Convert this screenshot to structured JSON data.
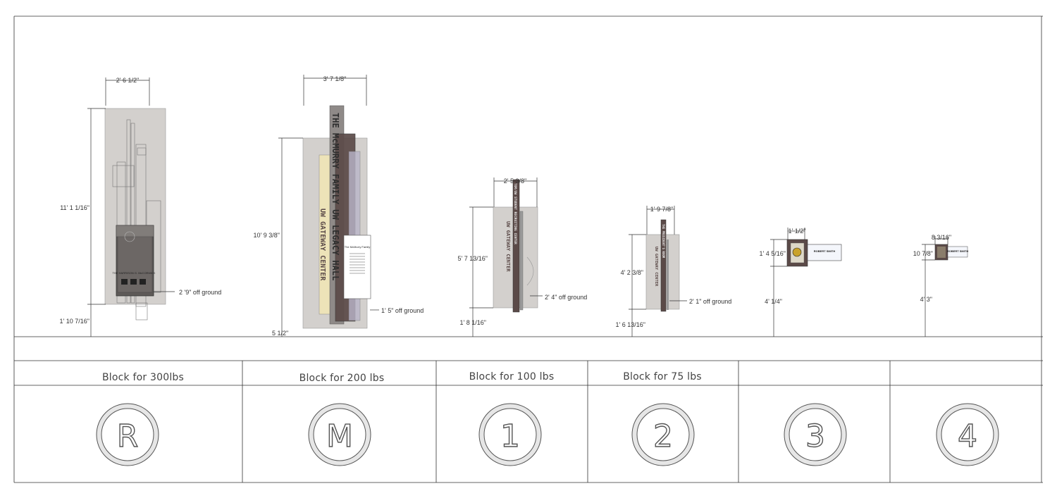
{
  "signs": [
    {
      "id": "R",
      "width_dim": "2' 6 1/2\"",
      "height_dim": "11' 1 1/16\"",
      "base_dim": "1' 10 7/16\"",
      "ground_note": "2 '9\" off ground",
      "plaque_title": "THE HARRISON G. McCORMICK",
      "block_label": "Block for 300lbs",
      "badge": "R"
    },
    {
      "id": "M",
      "width_dim": "3' 7 1/8\"",
      "height_dim": "10' 9 3/8\"",
      "base_dim": "5 1/2\"",
      "ground_note": "1' 5\" off ground",
      "vertical_text_1": "THE McMURRY FAMILY UW LEGACY HALL",
      "vertical_text_2": "UW GATEWAY CENTER",
      "plaque_title": "The McMurry Family",
      "block_label": "Block for 200 lbs",
      "badge": "M"
    },
    {
      "id": "1",
      "width_dim": "2' 5 3/8\"",
      "height_dim": "5' 7 13/16\"",
      "base_dim": "1' 8 1/16\"",
      "ground_note": "2' 4\" off ground",
      "vertical_text_1": "TOM/UW STUDENT RECRUITING CENTER",
      "vertical_text_2": "UW GATEWAY CENTER",
      "block_label": "Block for 100 lbs",
      "badge": "1"
    },
    {
      "id": "2",
      "width_dim": "1' 9 7/8\"",
      "height_dim": "4' 2 3/8\"",
      "base_dim": "1' 6 13/16\"",
      "ground_note": "2' 1\" off ground",
      "vertical_text_1": "THE PRESIDENT'S ROOM",
      "vertical_text_2": "UW GATEWAY CENTER",
      "block_label": "Block for 75 lbs",
      "badge": "2"
    },
    {
      "id": "3",
      "width_dim": "1' 1/2\"",
      "height_dim": "1' 4 5/16\"",
      "base_dim": "4' 1/4\"",
      "plaque_name": "ROBERT SMITH",
      "block_label": "",
      "badge": "3"
    },
    {
      "id": "4",
      "width_dim": "8 3/16\"",
      "height_dim": "10 7/8\"",
      "base_dim": "4' 3\"",
      "plaque_name": "ROBERT SMITH",
      "block_label": "",
      "badge": "4"
    }
  ],
  "colors": {
    "panel_gray": "#d3d0cd",
    "dark_brown": "#5b4a48",
    "cream": "#ede3b8",
    "line": "#222222"
  }
}
